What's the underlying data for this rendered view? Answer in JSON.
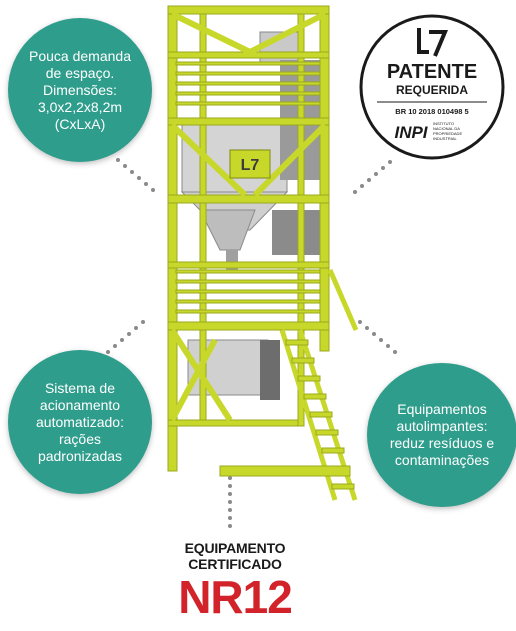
{
  "bubbles": {
    "space": {
      "lines": [
        "Pouca demanda",
        "de espaço.",
        "Dimensões:",
        "3,0x2,2x8,2m",
        "(CxLxA)"
      ]
    },
    "automation": {
      "lines": [
        "Sistema de",
        "acionamento",
        "automatizado:",
        "rações",
        "padronizadas"
      ]
    },
    "selfclean": {
      "lines": [
        "Equipamentos",
        "autolimpantes:",
        "reduz resíduos e",
        "contaminações"
      ]
    }
  },
  "seal": {
    "title": "PATENTE",
    "subtitle": "REQUERIDA",
    "number": "BR 10 2018 010498 5",
    "inpi": "INPI",
    "inpi_desc": [
      "INSTITUTO",
      "NACIONAL DA",
      "PROPRIEDADE",
      "INDUSTRIAL"
    ]
  },
  "certification": {
    "line1": "EQUIPAMENTO",
    "line2": "CERTIFICADO",
    "standard": "NR12"
  },
  "colors": {
    "bubble": "#2f9d8c",
    "frame": "#c8d82a",
    "frame_dark": "#a9b61e",
    "standard": "#d2232a",
    "dots": "#8a8a8a"
  }
}
